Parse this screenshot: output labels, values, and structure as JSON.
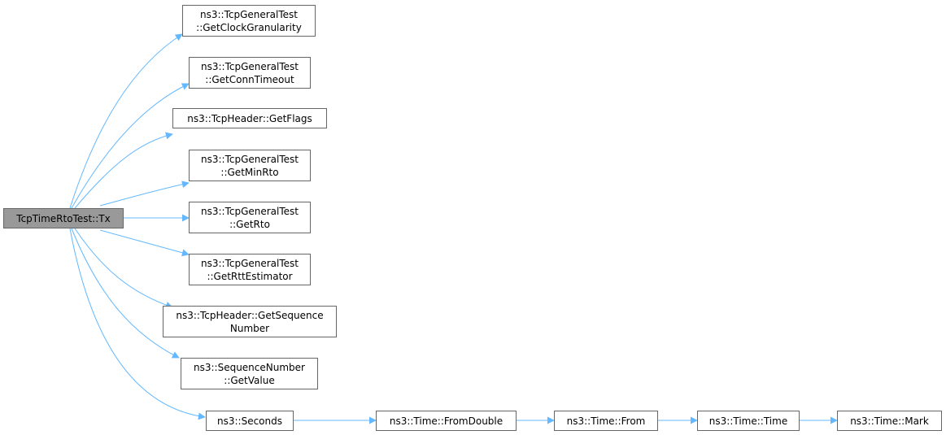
{
  "colors": {
    "edge": "#63b8ff",
    "border": "#666666",
    "root_fill": "#999999",
    "node_fill": "#ffffff"
  },
  "root": {
    "line1": "TcpTimeRtoTest::Tx"
  },
  "nodes": {
    "getClockGranularity": {
      "line1": "ns3::TcpGeneralTest",
      "line2": "::GetClockGranularity"
    },
    "getConnTimeout": {
      "line1": "ns3::TcpGeneralTest",
      "line2": "::GetConnTimeout"
    },
    "getFlags": {
      "line1": "ns3::TcpHeader::GetFlags"
    },
    "getMinRto": {
      "line1": "ns3::TcpGeneralTest",
      "line2": "::GetMinRto"
    },
    "getRto": {
      "line1": "ns3::TcpGeneralTest",
      "line2": "::GetRto"
    },
    "getRttEstimator": {
      "line1": "ns3::TcpGeneralTest",
      "line2": "::GetRttEstimator"
    },
    "getSequenceNumber": {
      "line1": "ns3::TcpHeader::GetSequence",
      "line2": "Number"
    },
    "getValue": {
      "line1": "ns3::SequenceNumber",
      "line2": "::GetValue"
    },
    "seconds": {
      "line1": "ns3::Seconds"
    },
    "fromDouble": {
      "line1": "ns3::Time::FromDouble"
    },
    "from": {
      "line1": "ns3::Time::From"
    },
    "time": {
      "line1": "ns3::Time::Time"
    },
    "mark": {
      "line1": "ns3::Time::Mark"
    }
  }
}
